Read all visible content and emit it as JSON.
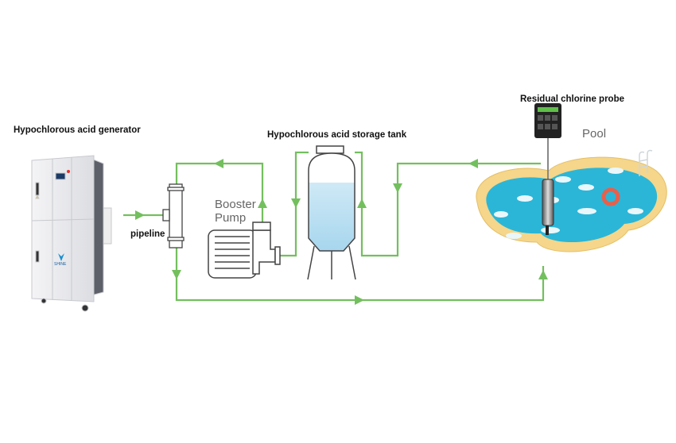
{
  "labels": {
    "generator": "Hypochlorous acid generator",
    "pipeline": "pipeline",
    "booster_pump": [
      "Booster",
      "Pump"
    ],
    "storage_tank": "Hypochlorous acid storage tank",
    "probe": "Residual chlorine probe",
    "pool": "Pool",
    "brand": "SHINE"
  },
  "colors": {
    "flow_line": "#73bf5e",
    "pool_water": "#2bb6d8",
    "pool_rim": "#f5d68a",
    "outline": "#444444"
  }
}
